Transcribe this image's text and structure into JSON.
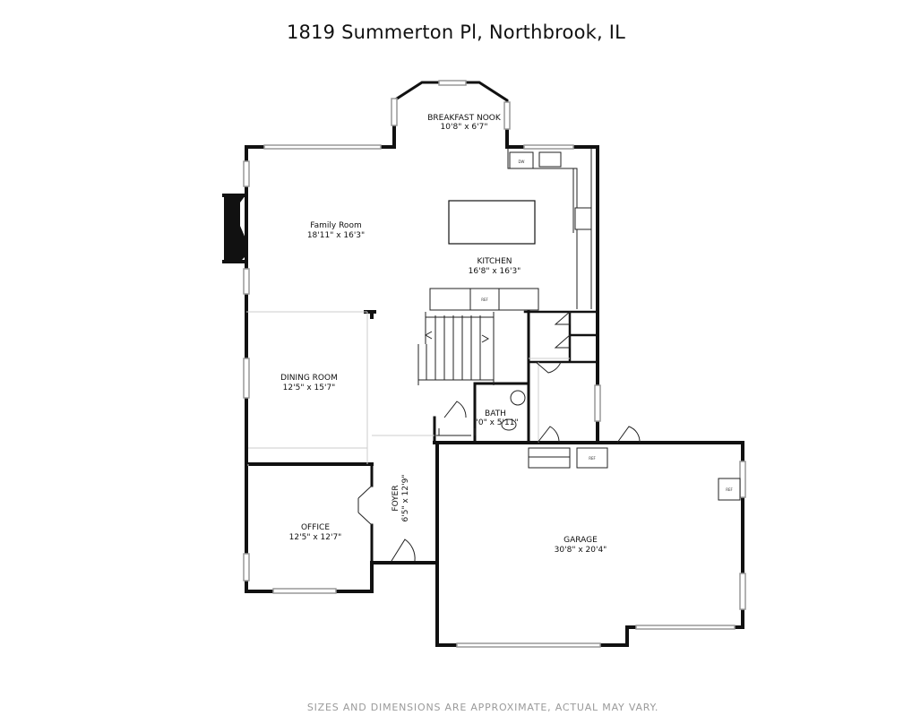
{
  "title": "1819 Summerton Pl, Northbrook, IL",
  "disclaimer": "SIZES AND DIMENSIONS ARE APPROXIMATE, ACTUAL MAY VARY.",
  "rooms": {
    "breakfast_nook": {
      "name": "BREAKFAST NOOK",
      "dims": "10'8\" x 6'7\""
    },
    "family_room": {
      "name": "Family Room",
      "dims": "18'11\" x 16'3\""
    },
    "kitchen": {
      "name": "KITCHEN",
      "dims": "16'8\" x 16'3\""
    },
    "dining_room": {
      "name": "DINING ROOM",
      "dims": "12'5\" x 15'7\""
    },
    "bath": {
      "name": "BATH",
      "dims": "'0\" x 5'11\""
    },
    "foyer": {
      "name": "FOYER",
      "dims": "6'5\" x 12'9\""
    },
    "office": {
      "name": "OFFICE",
      "dims": "12'5\" x 12'7\""
    },
    "garage": {
      "name": "GARAGE",
      "dims": "30'8\" x 20'4\""
    }
  },
  "fixtures": {
    "ref_kitchen": "REF",
    "ref_garage_1": "REF",
    "ref_garage_2": "REF",
    "dishwasher": "DW"
  }
}
